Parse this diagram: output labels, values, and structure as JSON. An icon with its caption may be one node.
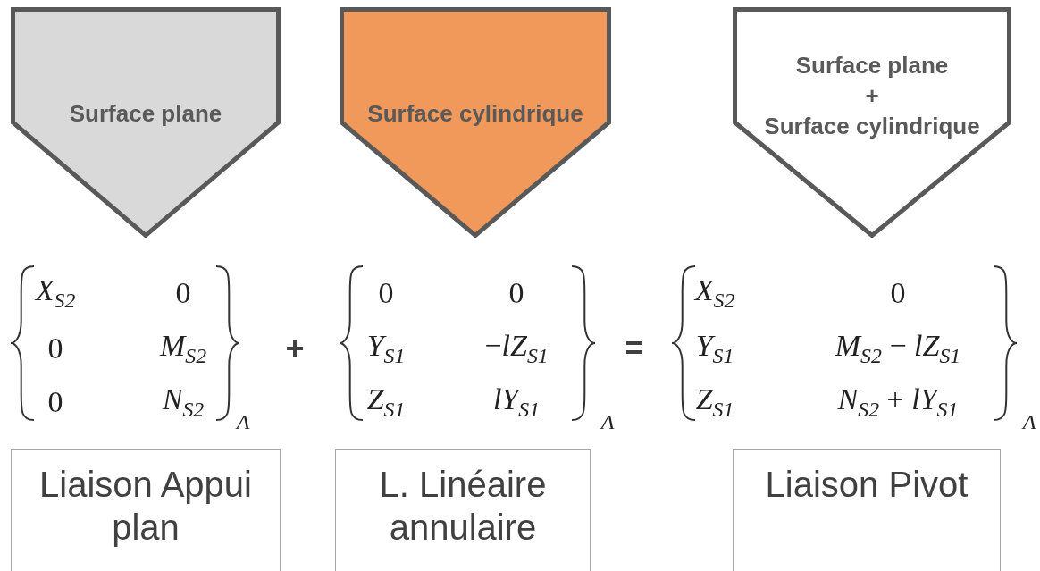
{
  "diagram": {
    "nodes": [
      {
        "text": [
          "Surface plane"
        ]
      },
      {
        "text": [
          "Surface cylindrique"
        ]
      },
      {
        "text": [
          "Surface plane",
          "+",
          "Surface cylindrique"
        ]
      },
      {
        "text": [
          "Liaison Appui plan"
        ]
      },
      {
        "text": [
          "L. Linéaire annulaire"
        ]
      },
      {
        "text": [
          "Liaison Pivot"
        ]
      }
    ],
    "edges": [],
    "labels": [
      "*X*$_{S2}$",
      "0",
      "0",
      "*M*$_{S2}$",
      "0",
      "*N*$_{S2}$",
      "*A*",
      "+",
      "0",
      "0",
      "*Y*$_{S1}$",
      "−*lZ*$_{S1}$",
      "*Z*$_{S1}$",
      "*lY*$_{S1}$",
      "*A*",
      "=",
      "*X*$_{S2}$",
      "0",
      "*Y*$_{S1}$",
      "*M*$_{S2}$ − *lZ*$_{S1}$",
      "*Z*$_{S1}$",
      "*N*$_{S2}$ + *lY*$_{S1}$",
      "*A*"
    ]
  }
}
